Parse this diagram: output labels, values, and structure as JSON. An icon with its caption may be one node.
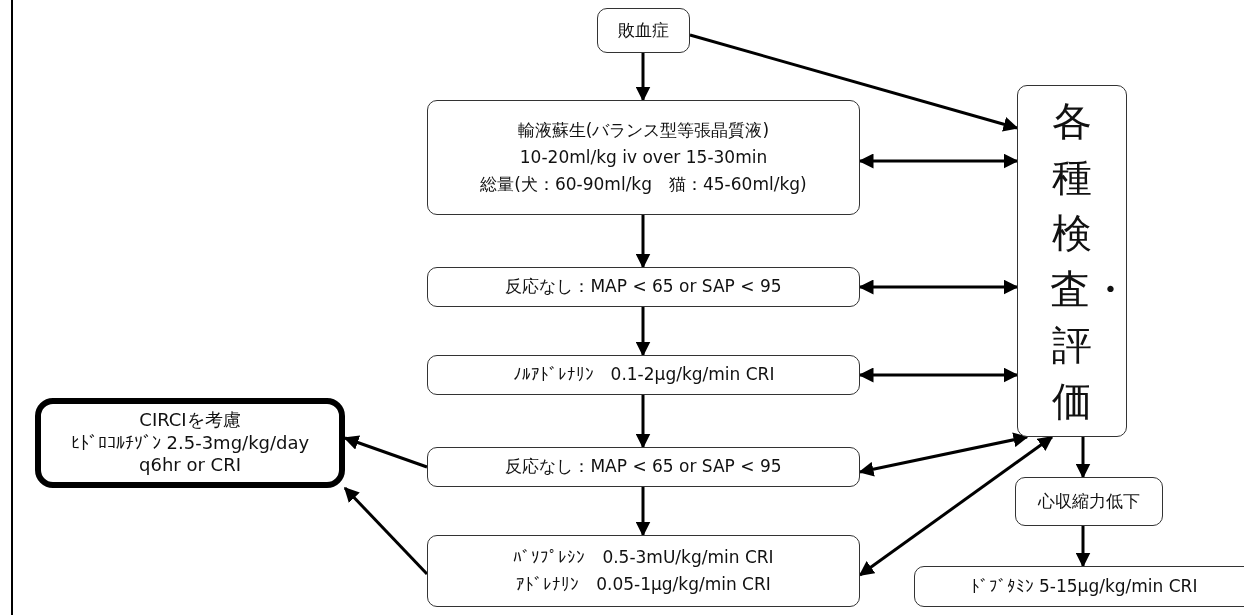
{
  "diagram": {
    "nodes": [
      {
        "text": [
          "敗血症"
        ]
      },
      {
        "text": [
          "各種検査・評価"
        ]
      },
      {
        "text": [
          "輸液蘇生(バランス型等張晶質液)",
          "10-20ml/kg iv over 15-30min",
          "総量(犬：60-90ml/kg　猫：45-60ml/kg)"
        ]
      },
      {
        "text": [
          "反応なし：MAP < 65 or SAP < 95"
        ]
      },
      {
        "text": [
          "ﾉﾙｱﾄﾞﾚﾅﾘﾝ　0.1-2μg/kg/min CRI"
        ]
      },
      {
        "text": [
          "CIRCIを考慮",
          "ﾋﾄﾞﾛｺﾙﾁｿﾞﾝ 2.5-3mg/kg/day",
          "q6hr or CRI"
        ]
      },
      {
        "text": [
          "反応なし：MAP < 65 or SAP < 95"
        ]
      },
      {
        "text": [
          "心収縮力低下"
        ]
      },
      {
        "text": [
          "ﾊﾞｿﾌﾟﾚｼﾝ　0.5-3mU/kg/min CRI",
          "ｱﾄﾞﾚﾅﾘﾝ　0.05-1μg/kg/min CRI"
        ]
      },
      {
        "text": [
          "ﾄﾞﾌﾞﾀﾐﾝ 5-15μg/kg/min CRI"
        ]
      }
    ],
    "edges": [
      {
        "from": 0,
        "to": 2,
        "arrow": "to"
      },
      {
        "from": 0,
        "to": 1,
        "arrow": "to"
      },
      {
        "from": 2,
        "to": 1,
        "arrow": "both"
      },
      {
        "from": 2,
        "to": 3,
        "arrow": "to"
      },
      {
        "from": 3,
        "to": 1,
        "arrow": "both"
      },
      {
        "from": 3,
        "to": 4,
        "arrow": "to"
      },
      {
        "from": 4,
        "to": 1,
        "arrow": "both"
      },
      {
        "from": 4,
        "to": 6,
        "arrow": "to"
      },
      {
        "from": 6,
        "to": 5,
        "arrow": "to"
      },
      {
        "from": 6,
        "to": 1,
        "arrow": "both"
      },
      {
        "from": 6,
        "to": 8,
        "arrow": "to"
      },
      {
        "from": 8,
        "to": 5,
        "arrow": "to"
      },
      {
        "from": 8,
        "to": 1,
        "arrow": "both"
      },
      {
        "from": 1,
        "to": 7,
        "arrow": "to"
      },
      {
        "from": 7,
        "to": 9,
        "arrow": "to"
      }
    ]
  }
}
